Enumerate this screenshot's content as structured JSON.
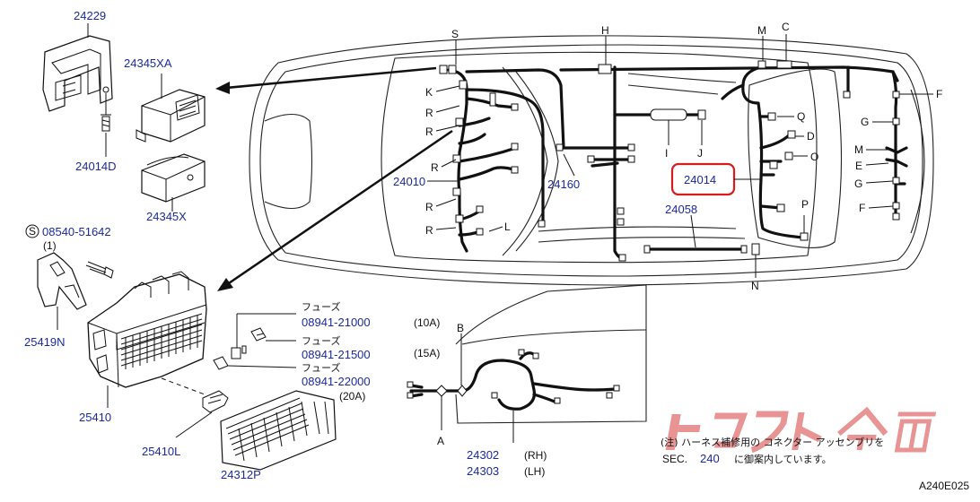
{
  "diagram": {
    "code": "A240E025",
    "watermark": "トラスト企画",
    "colors": {
      "part_number": "#1a2a9c",
      "highlight": "#d81b1b",
      "watermark": "#e07070"
    },
    "highlighted_part": "24014",
    "parts": {
      "p24229": "24229",
      "p24345xa": "24345XA",
      "p24014d": "24014D",
      "p24345x": "24345X",
      "s_mark": "S",
      "p08540": "08540-51642",
      "qty1": "(1)",
      "p25419n": "25419N",
      "p25410": "25410",
      "p25410l": "25410L",
      "p24312p": "24312P",
      "fuse1_label": "フューズ",
      "fuse1_pn": "08941-21000",
      "fuse2_label": "フューズ",
      "fuse2_pn": "08941-21500",
      "fuse3_label": "フューズ",
      "fuse3_pn": "08941-22000",
      "amp20": "(20A)",
      "amp10": "(10A)",
      "amp15": "(15A)",
      "p24010": "24010",
      "p24160": "24160",
      "p24014": "24014",
      "p24058": "24058",
      "p24302": "24302",
      "p24303": "24303",
      "rh": "(RH)",
      "lh": "(LH)"
    },
    "callouts": {
      "S": "S",
      "K": "K",
      "R1": "R",
      "R2": "R",
      "R3": "R",
      "R4": "R",
      "R5": "R",
      "H": "H",
      "I": "I",
      "J": "J",
      "L": "L",
      "M1": "M",
      "M2": "M",
      "C": "C",
      "F1": "F",
      "F2": "F",
      "G1": "G",
      "G2": "G",
      "E": "E",
      "Q": "Q",
      "D": "D",
      "O": "O",
      "P": "P",
      "N": "N",
      "A": "A",
      "B": "B"
    },
    "note": {
      "line1": "(注) ハーネス補修用の コネクター アッセンブリを",
      "line2_a": "SEC.",
      "line2_ref": "240",
      "line2_b": "に御案内しています。"
    }
  }
}
